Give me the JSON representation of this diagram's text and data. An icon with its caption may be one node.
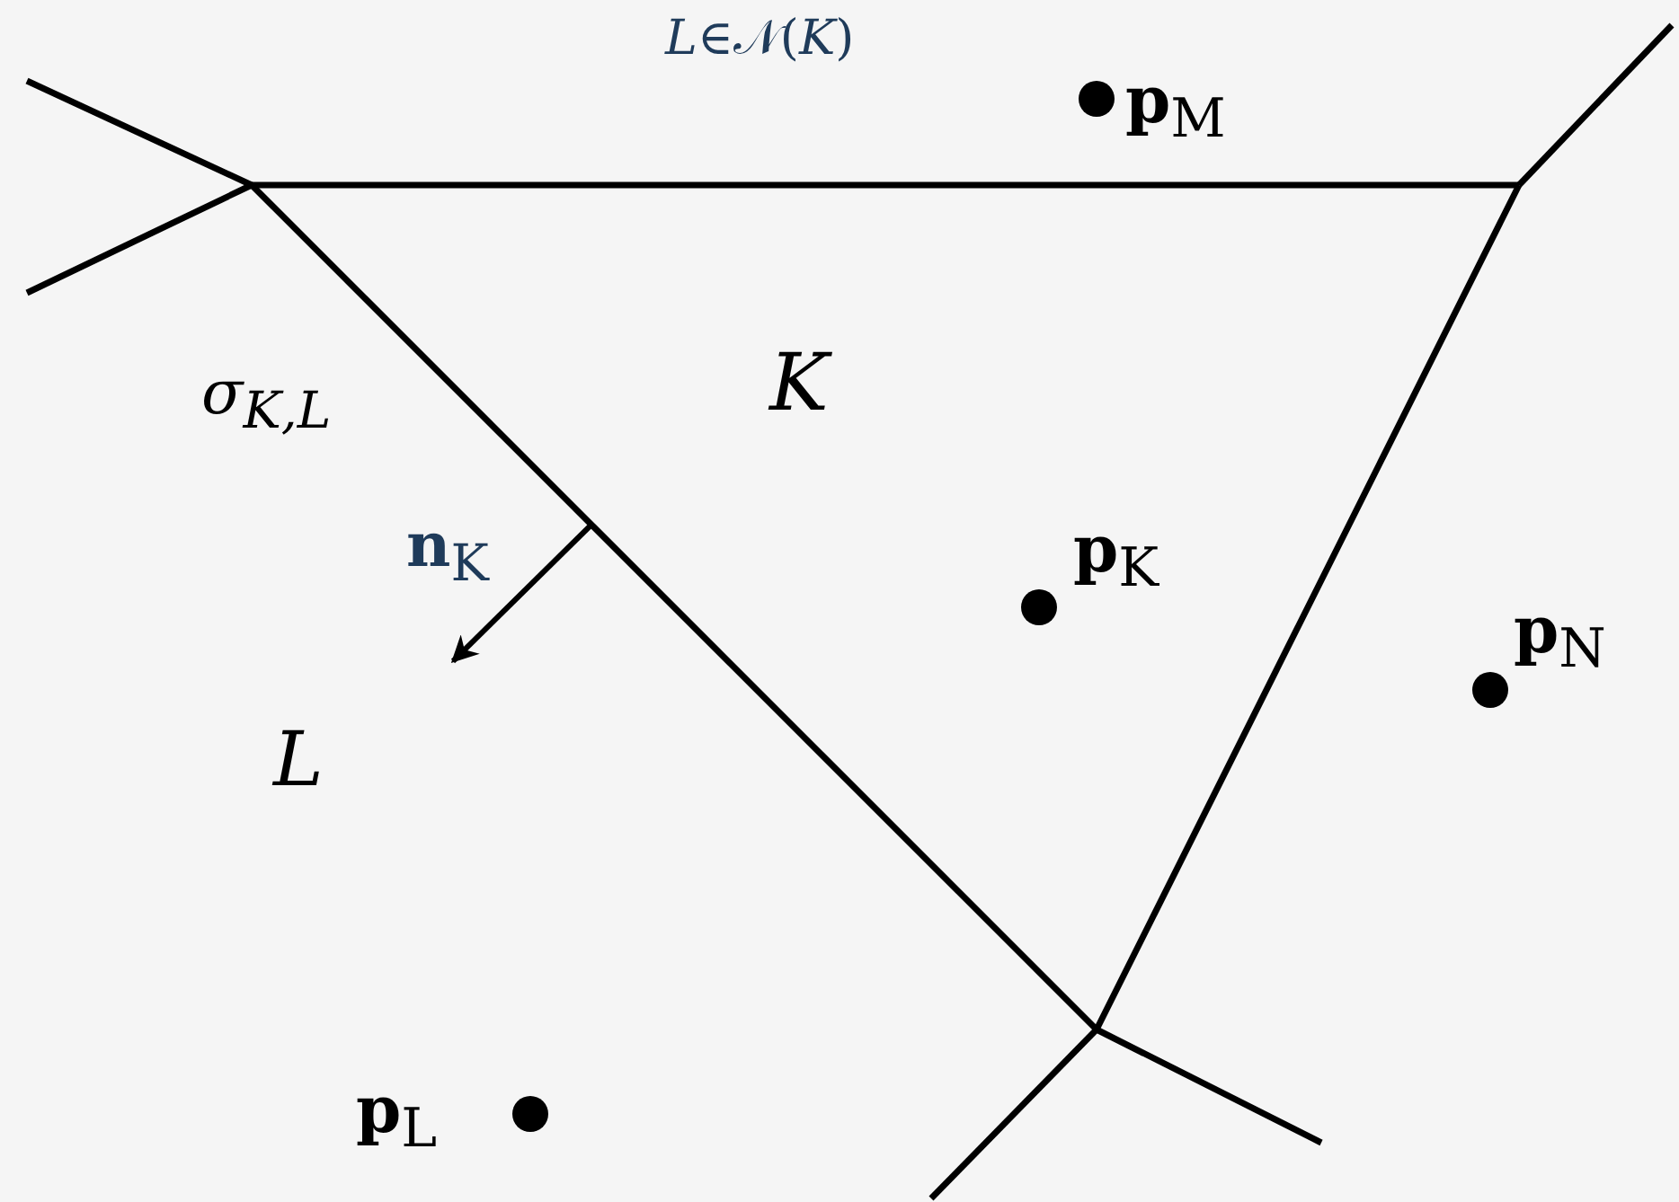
{
  "diagram": {
    "labels": [
      "*L*∈𝒩(*K*)",
      "**p**$_{M}$",
      "σ$_{K,L}$",
      "K",
      "**n**$_{K}$",
      "**p**$_{K}$",
      "**p**$_{N}$",
      "L",
      "**p**$_{L}$"
    ]
  }
}
